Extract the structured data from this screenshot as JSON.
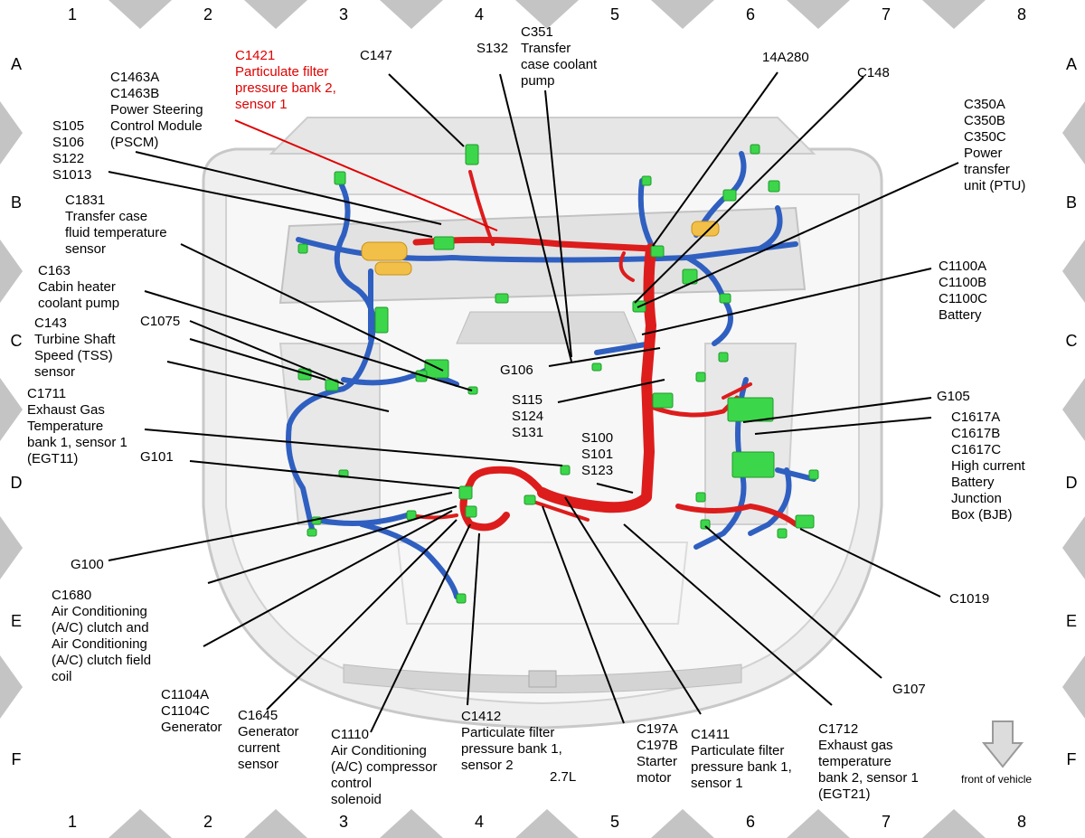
{
  "grid": {
    "columns": [
      "1",
      "2",
      "3",
      "4",
      "5",
      "6",
      "7",
      "8"
    ],
    "rows": [
      "A",
      "B",
      "C",
      "D",
      "E",
      "F"
    ]
  },
  "colors": {
    "harness_red": "#dd1c1c",
    "harness_blue": "#2f5fc0",
    "connector_green": "#3cd64a",
    "highlight_red": "#e00000",
    "tab_gray": "#c4c4c4"
  },
  "labels": {
    "c1421": [
      "C1421",
      "Particulate filter",
      "pressure bank 2,",
      "sensor 1"
    ],
    "c1463": [
      "C1463A",
      "C1463B",
      "Power Steering",
      "Control Module",
      "(PSCM)"
    ],
    "c147": [
      "C147"
    ],
    "s132": [
      "S132"
    ],
    "c351": [
      "C351",
      "Transfer",
      "case coolant",
      "pump"
    ],
    "a14280": [
      "14A280"
    ],
    "c148": [
      "C148"
    ],
    "c350": [
      "C350A",
      "C350B",
      "C350C",
      "Power",
      "transfer",
      "unit (PTU)"
    ],
    "s105": [
      "S105",
      "S106",
      "S122",
      "S1013"
    ],
    "c1831": [
      "C1831",
      "Transfer case",
      "fluid temperature",
      "sensor"
    ],
    "c163": [
      "C163",
      "Cabin heater",
      "coolant pump"
    ],
    "c1100": [
      "C1100A",
      "C1100B",
      "C1100C",
      "Battery"
    ],
    "c1075": [
      "C1075"
    ],
    "c143": [
      "C143",
      "Turbine Shaft",
      "Speed (TSS)",
      "sensor"
    ],
    "g106": [
      "G106"
    ],
    "s115": [
      "S115",
      "S124",
      "S131"
    ],
    "g105": [
      "G105"
    ],
    "c1711": [
      "C1711",
      "Exhaust Gas",
      "Temperature",
      "bank 1, sensor 1",
      "(EGT11)"
    ],
    "c1617": [
      "C1617A",
      "C1617B",
      "C1617C",
      "High current",
      "Battery",
      "Junction",
      "Box (BJB)"
    ],
    "s100": [
      "S100",
      "S101",
      "S123"
    ],
    "g101": [
      "G101"
    ],
    "g100": [
      "G100"
    ],
    "c1680": [
      "C1680",
      "Air Conditioning",
      "(A/C) clutch and",
      "Air Conditioning",
      "(A/C) clutch field",
      "coil"
    ],
    "c1019": [
      "C1019"
    ],
    "g107": [
      "G107"
    ],
    "c1104": [
      "C1104A",
      "C1104C",
      "Generator"
    ],
    "c1645": [
      "C1645",
      "Generator",
      "current",
      "sensor"
    ],
    "c1110": [
      "C1110",
      "Air Conditioning",
      "(A/C) compressor",
      "control",
      "solenoid"
    ],
    "c1412": [
      "C1412",
      "Particulate filter",
      "pressure bank 1,",
      "sensor 2"
    ],
    "engine": [
      "2.7L"
    ],
    "c197": [
      "C197A",
      "C197B",
      "Starter",
      "motor"
    ],
    "c1411": [
      "C1411",
      "Particulate filter",
      "pressure bank 1,",
      "sensor 1"
    ],
    "c1712": [
      "C1712",
      "Exhaust gas",
      "temperature",
      "bank 2, sensor 1",
      "(EGT21)"
    ],
    "front": [
      "front of vehicle"
    ]
  }
}
